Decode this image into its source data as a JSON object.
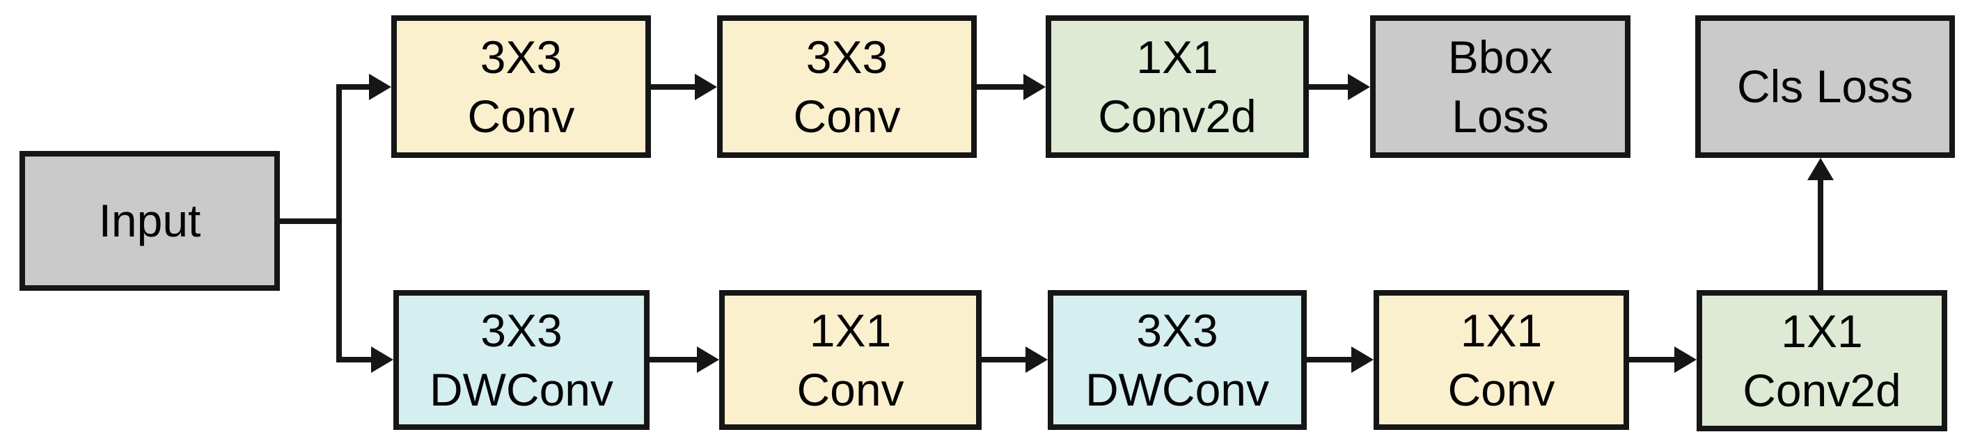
{
  "diagram": {
    "type": "network-architecture-flowchart",
    "background": "#ffffff",
    "colors": {
      "gray_box": "#cbcaca",
      "cream_box": "#fbf0ce",
      "cyan_box": "#d5eef0",
      "green_box": "#dfead5",
      "border_and_lines": "#161616",
      "text": "#050505"
    },
    "nodes": {
      "input": {
        "label": "Input",
        "color": "gray"
      },
      "conv1": {
        "lines": [
          "3X3",
          "Conv"
        ],
        "color": "cream"
      },
      "conv2": {
        "lines": [
          "3X3",
          "Conv"
        ],
        "color": "cream"
      },
      "conv2d_bbox": {
        "lines": [
          "1X1",
          "Conv2d"
        ],
        "color": "green"
      },
      "bbox_loss": {
        "lines": [
          "Bbox",
          "Loss"
        ],
        "color": "gray"
      },
      "cls_loss": {
        "label": "Cls Loss",
        "color": "gray"
      },
      "dwconv1": {
        "lines": [
          "3X3",
          "DWConv"
        ],
        "color": "cyan"
      },
      "conv1x1_a": {
        "lines": [
          "1X1",
          "Conv"
        ],
        "color": "cream"
      },
      "dwconv2": {
        "lines": [
          "3X3",
          "DWConv"
        ],
        "color": "cyan"
      },
      "conv1x1_b": {
        "lines": [
          "1X1",
          "Conv"
        ],
        "color": "cream"
      },
      "conv2d_cls": {
        "lines": [
          "1X1",
          "Conv2d"
        ],
        "color": "green"
      }
    },
    "edges": [
      {
        "from": "input",
        "to": "conv1",
        "style": "elbow-arrow"
      },
      {
        "from": "input",
        "to": "dwconv1",
        "style": "elbow-arrow"
      },
      {
        "from": "conv1",
        "to": "conv2",
        "style": "straight-arrow"
      },
      {
        "from": "conv2",
        "to": "conv2d_bbox",
        "style": "straight-arrow"
      },
      {
        "from": "conv2d_bbox",
        "to": "bbox_loss",
        "style": "straight-arrow"
      },
      {
        "from": "dwconv1",
        "to": "conv1x1_a",
        "style": "straight-arrow"
      },
      {
        "from": "conv1x1_a",
        "to": "dwconv2",
        "style": "straight-arrow"
      },
      {
        "from": "dwconv2",
        "to": "conv1x1_b",
        "style": "straight-arrow"
      },
      {
        "from": "conv1x1_b",
        "to": "conv2d_cls",
        "style": "straight-arrow"
      },
      {
        "from": "conv2d_cls",
        "to": "cls_loss",
        "style": "straight-arrow-up"
      }
    ]
  }
}
